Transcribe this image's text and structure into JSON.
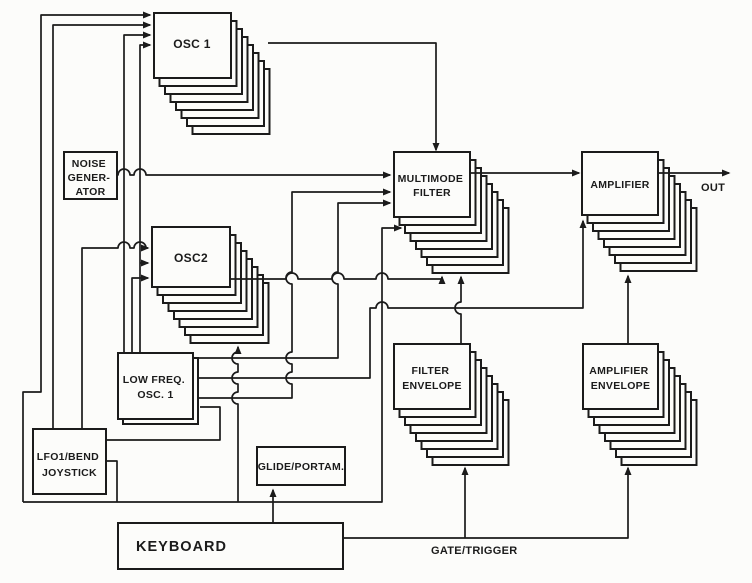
{
  "diagram": {
    "title": "synthesizer-voice-signal-flow",
    "nodes": {
      "osc1": {
        "label": "OSC 1"
      },
      "noise": {
        "lines": [
          "NOISE",
          "GENER-",
          "ATOR"
        ]
      },
      "osc2": {
        "label": "OSC2"
      },
      "low_freq_osc": {
        "lines": [
          "LOW FREQ.",
          "OSC. 1"
        ]
      },
      "joystick": {
        "lines": [
          "LFO1/BEND",
          "JOYSTICK"
        ]
      },
      "glide": {
        "label": "GLIDE/PORTAM."
      },
      "keyboard": {
        "label": "KEYBOARD"
      },
      "filter": {
        "lines": [
          "MULTIMODE",
          "FILTER"
        ]
      },
      "filter_env": {
        "lines": [
          "FILTER",
          "ENVELOPE"
        ]
      },
      "amp": {
        "label": "AMPLIFIER"
      },
      "amp_env": {
        "lines": [
          "AMPLIFIER",
          "ENVELOPE"
        ]
      }
    },
    "annotations": {
      "out": "OUT",
      "gate": "GATE/TRIGGER"
    },
    "colors": {
      "ink": "#1b1b1b",
      "paper": "#fcfcfa"
    }
  }
}
